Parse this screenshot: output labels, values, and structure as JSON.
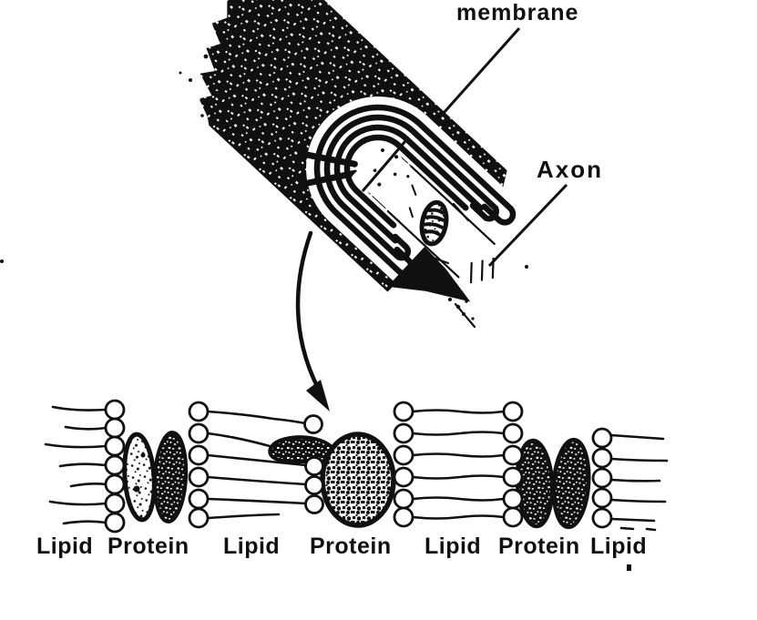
{
  "colors": {
    "ink": "#101010",
    "paper": "#ffffff"
  },
  "axon_figure": {
    "membrane_label": "membrane",
    "axon_label": "Axon"
  },
  "membrane_model": {
    "labels": [
      "Lipid",
      "Protein",
      "Lipid",
      "Protein",
      "Lipid",
      "Protein",
      "Lipid"
    ]
  }
}
